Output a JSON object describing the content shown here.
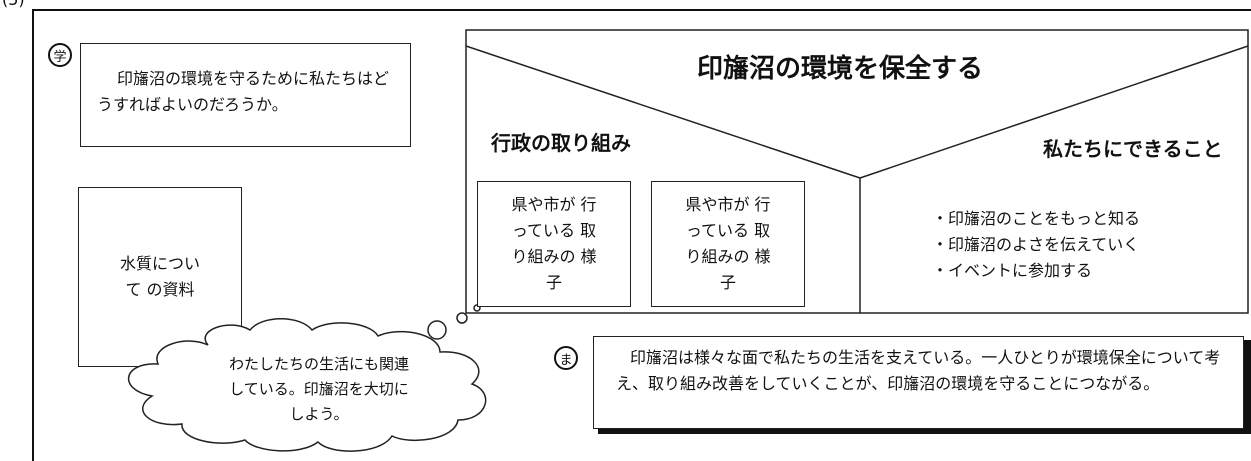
{
  "corner_label": "(5)",
  "student_badge": "学",
  "teacher_badge": "ま",
  "question": "印旛沼の環境を守るために私たちはどうすればよいのだろうか。",
  "material_box": "水質について の資料",
  "main_title": "印旛沼の環境を保全する",
  "left_heading": "行政の取り組み",
  "right_heading": "私たちにできること",
  "admin_boxes": [
    "県や市が 行っている 取り組みの 様子",
    "県や市が 行っている 取り組みの 様子"
  ],
  "actions": [
    "・印旛沼のことをもっと知る",
    "・印旛沼のよさを伝えていく",
    "・イベントに参加する"
  ],
  "thought_bubble": "わたしたちの生活にも関連している。印旛沼を大切にしよう。",
  "conclusion": "印旛沼は様々な面で私たちの生活を支えている。一人ひとりが環境保全について考え、取り組み改善をしていくことが、印旛沼の環境を守ることにつながる。"
}
